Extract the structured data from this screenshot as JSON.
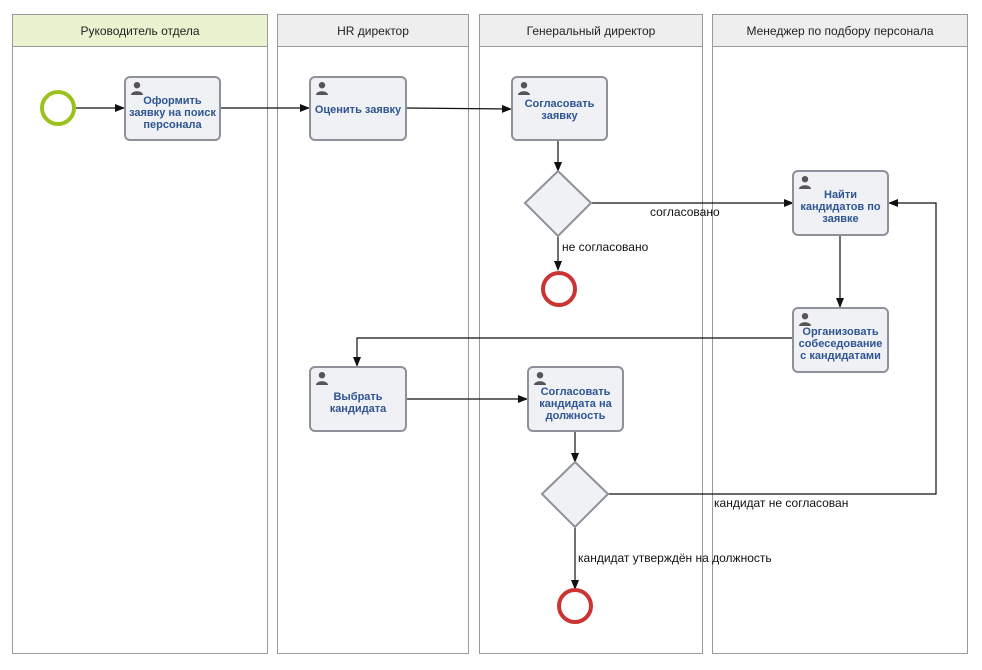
{
  "lanes": [
    {
      "title": "Руководитель отдела"
    },
    {
      "title": "HR директор"
    },
    {
      "title": "Генеральный директор"
    },
    {
      "title": "Менеджер по подбору персонала"
    }
  ],
  "tasks": {
    "create_request": "Оформить заявку на поиск персонала",
    "evaluate_request": "Оценить заявку",
    "approve_request": "Согласовать заявку",
    "find_candidates": "Найти кандидатов по заявке",
    "organize_interview": "Организовать собеседование с кандидатами",
    "choose_candidate": "Выбрать кандидата",
    "approve_candidate": "Согласовать кандидата на должность"
  },
  "flow_labels": {
    "approved": "согласовано",
    "not_approved": "не согласовано",
    "candidate_not_approved": "кандидат не согласован",
    "candidate_approved": "кандидат утверждён на должность"
  },
  "colors": {
    "start_event": "#99c31c",
    "end_event": "#cc3333",
    "task_text": "#2f5592",
    "first_lane_header": "#e9f3cf"
  }
}
